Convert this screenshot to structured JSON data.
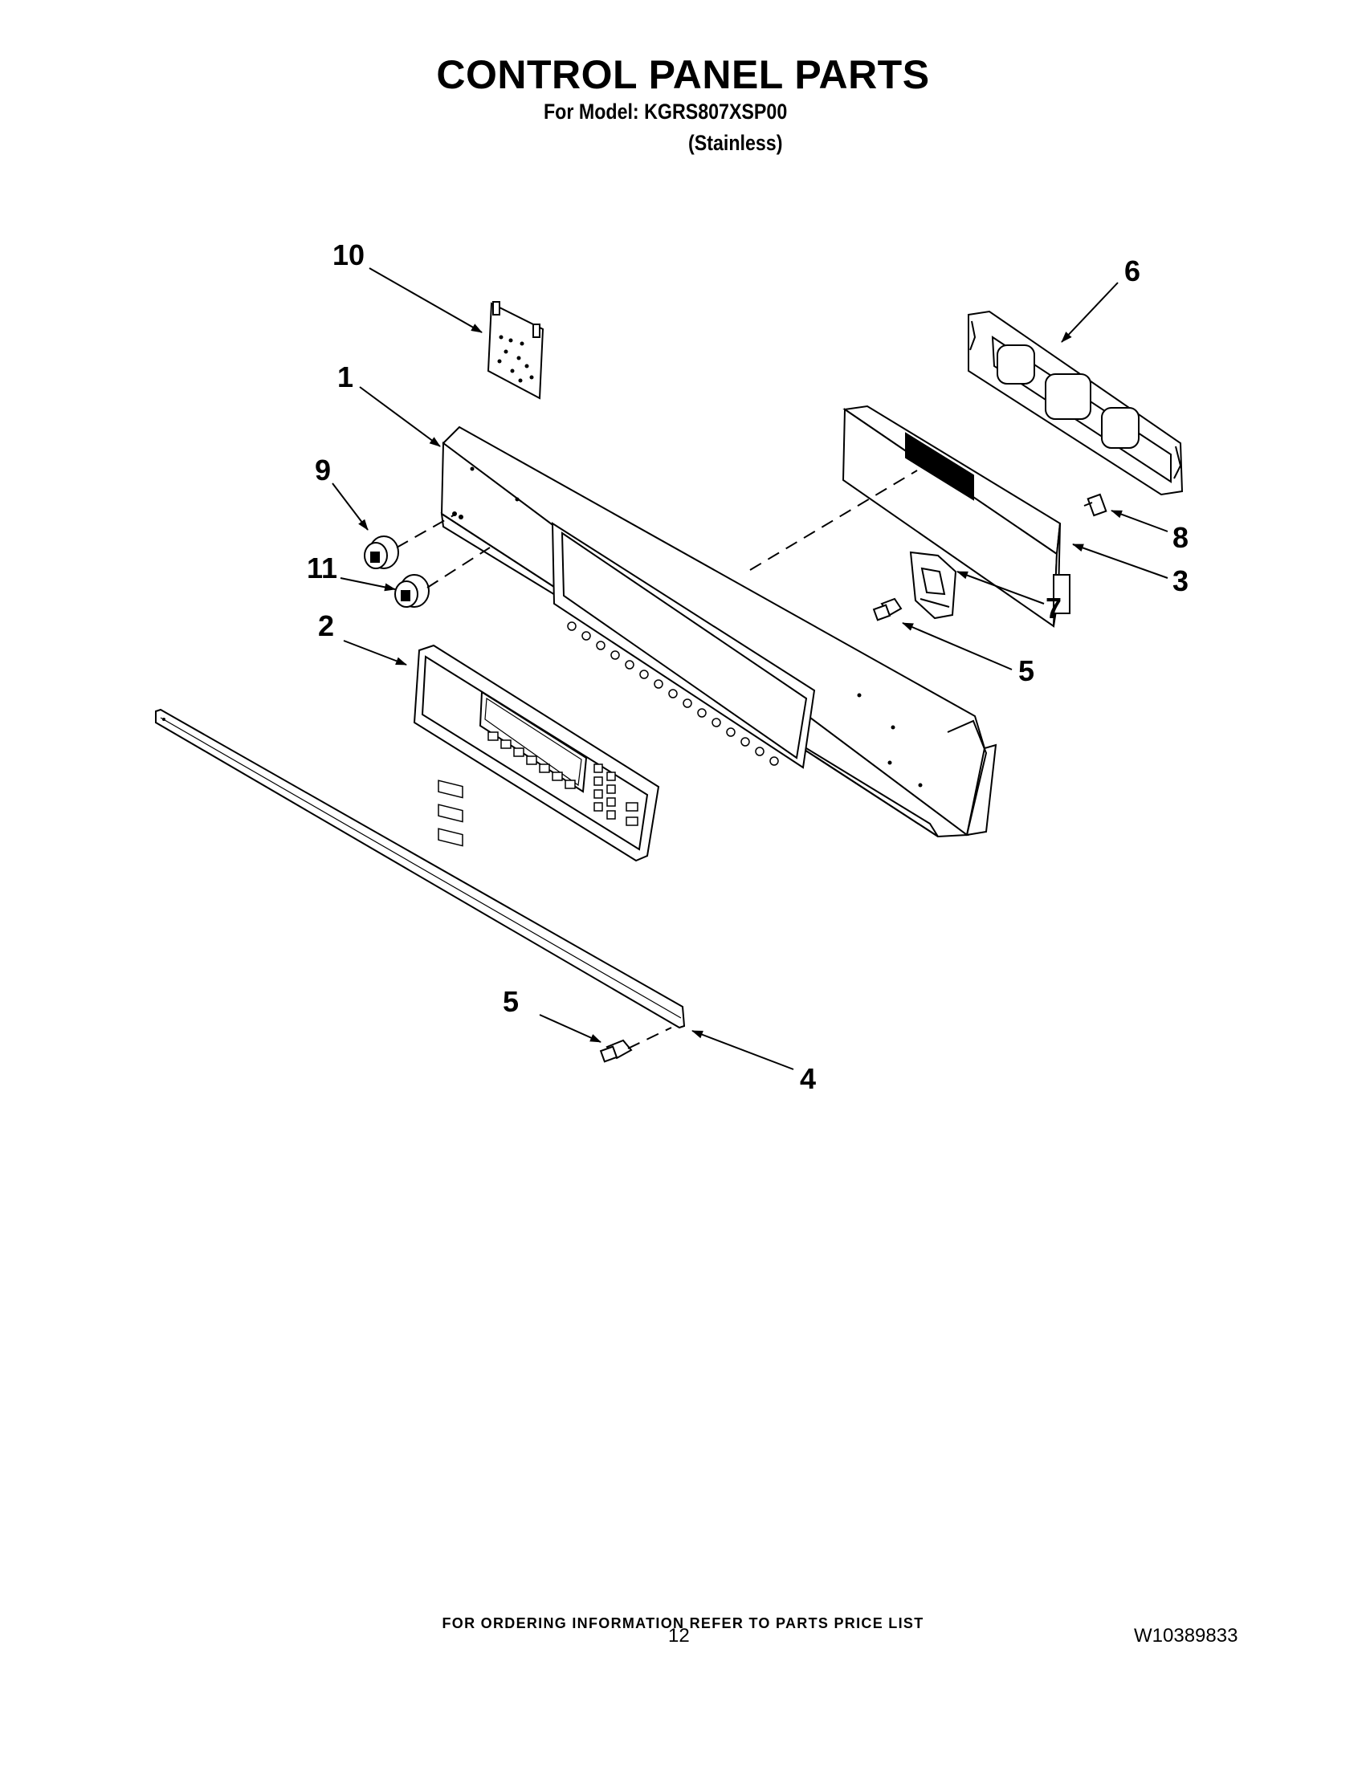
{
  "header": {
    "title": "CONTROL PANEL PARTS",
    "model_line": "For Model: KGRS807XSP00",
    "variant": "(Stainless)"
  },
  "callouts": {
    "c1": "1",
    "c2": "2",
    "c3": "3",
    "c4": "4",
    "c5a": "5",
    "c5b": "5",
    "c6": "6",
    "c7": "7",
    "c8": "8",
    "c9": "9",
    "c10": "10",
    "c11": "11"
  },
  "footer": {
    "ordering_note": "FOR ORDERING INFORMATION REFER TO PARTS PRICE LIST",
    "page_number": "12",
    "document_number": "W10389833"
  }
}
